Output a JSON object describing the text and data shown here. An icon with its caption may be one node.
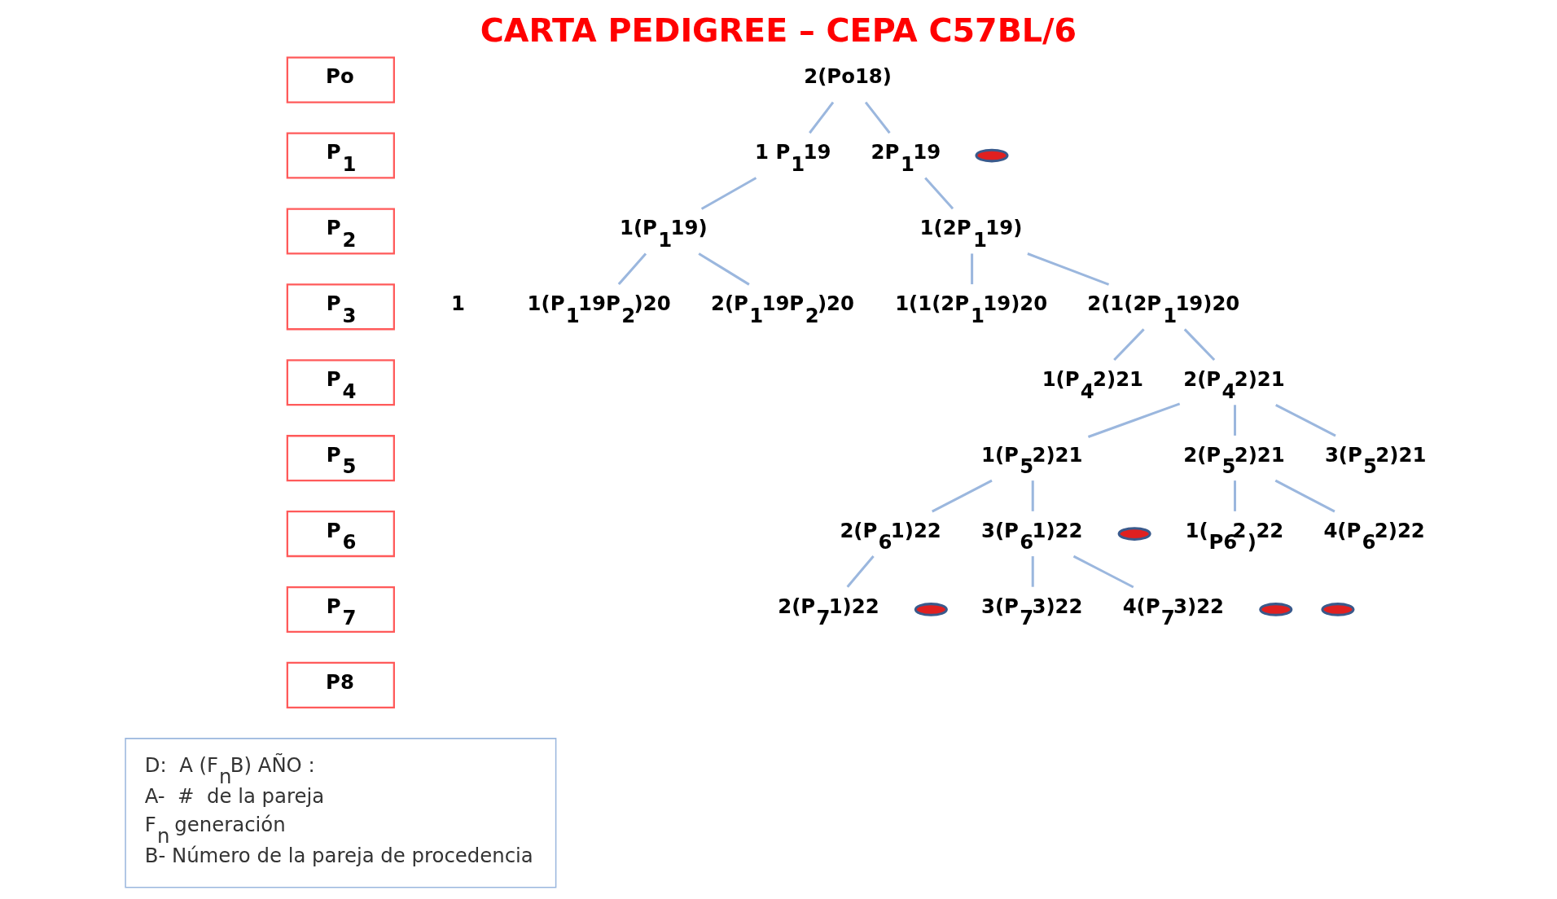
{
  "diagram": {
    "title": "CARTA PEDIGREE – CEPA C57BL/6",
    "nodes": [
      {
        "text": [
          "Po"
        ]
      },
      {
        "text": [
          "P$_{1}$"
        ]
      },
      {
        "text": [
          "P$_{2}$"
        ]
      },
      {
        "text": [
          "P$_{3}$"
        ]
      },
      {
        "text": [
          "P$_{4}$"
        ]
      },
      {
        "text": [
          "P$_{5}$"
        ]
      },
      {
        "text": [
          "P$_{6}$"
        ]
      },
      {
        "text": [
          "P$_{7}$"
        ]
      },
      {
        "text": [
          "P8"
        ]
      },
      {
        "text": [
          "2(Po18)"
        ]
      },
      {
        "text": [
          "1 P$_{1}$19"
        ]
      },
      {
        "text": [
          "2P$_{1}$19"
        ]
      },
      {
        "text": [
          "1(P$_{1}$19)"
        ]
      },
      {
        "text": [
          "1(2P$_{1}$19)"
        ]
      },
      {
        "text": [
          "1(P$_{1}$19P$_{2}$)20"
        ]
      },
      {
        "text": [
          "2(P$_{1}$19P$_{2}$)20"
        ]
      },
      {
        "text": [
          "1(1(2P$_{1}$19)20"
        ]
      },
      {
        "text": [
          "2(1(2P$_{1}$19)20"
        ]
      },
      {
        "text": [
          "1(P$_{4}$2)21"
        ]
      },
      {
        "text": [
          "2(P$_{4}$2)21"
        ]
      },
      {
        "text": [
          "1(P$_{5}$2)21"
        ]
      },
      {
        "text": [
          "2(P$_{5}$2)21"
        ]
      },
      {
        "text": [
          "3(P$_{5}$2)21"
        ]
      },
      {
        "text": [
          "2(P$_{6}$1)22"
        ]
      },
      {
        "text": [
          "3(P$_{6}$1)22"
        ]
      },
      {
        "text": [
          "1($_{P6}$2$_{)}$22"
        ]
      },
      {
        "text": [
          "4(P$_{6}$2)22"
        ]
      },
      {
        "text": [
          "2(P$_{7}$1)22"
        ]
      },
      {
        "text": [
          "3(P$_{7}$3)22"
        ]
      },
      {
        "text": [
          "4(P$_{7}$3)22"
        ]
      },
      {
        "text": [
          "D:  A (F$_{n}$B) AÑO :",
          "A-  #  de la pareja",
          "F$_{n}$  generación",
          "B- Número de la pareja de procedencia"
        ]
      },
      {
        "text": [],
        "shape": "ellipse"
      },
      {
        "text": [],
        "shape": "ellipse"
      },
      {
        "text": [],
        "shape": "ellipse"
      },
      {
        "text": [],
        "shape": "ellipse"
      },
      {
        "text": [],
        "shape": "ellipse"
      }
    ],
    "edges": [
      {
        "from": 9,
        "to": 10,
        "arrow": "none"
      },
      {
        "from": 9,
        "to": 11,
        "arrow": "none"
      },
      {
        "from": 10,
        "to": 12,
        "arrow": "none"
      },
      {
        "from": 11,
        "to": 13,
        "arrow": "none"
      },
      {
        "from": 12,
        "to": 14,
        "arrow": "none"
      },
      {
        "from": 12,
        "to": 15,
        "arrow": "none"
      },
      {
        "from": 13,
        "to": 16,
        "arrow": "none"
      },
      {
        "from": 13,
        "to": 17,
        "arrow": "none"
      },
      {
        "from": 17,
        "to": 18,
        "arrow": "none"
      },
      {
        "from": 17,
        "to": 19,
        "arrow": "none"
      },
      {
        "from": 19,
        "to": 20,
        "arrow": "none"
      },
      {
        "from": 19,
        "to": 21,
        "arrow": "none"
      },
      {
        "from": 19,
        "to": 22,
        "arrow": "none"
      },
      {
        "from": 20,
        "to": 23,
        "arrow": "none"
      },
      {
        "from": 20,
        "to": 24,
        "arrow": "none"
      },
      {
        "from": 21,
        "to": 25,
        "arrow": "none"
      },
      {
        "from": 21,
        "to": 26,
        "arrow": "none"
      },
      {
        "from": 23,
        "to": 27,
        "arrow": "none"
      },
      {
        "from": 24,
        "to": 28,
        "arrow": "none"
      },
      {
        "from": 24,
        "to": 29,
        "arrow": "none"
      }
    ],
    "labels": [
      "1"
    ]
  }
}
